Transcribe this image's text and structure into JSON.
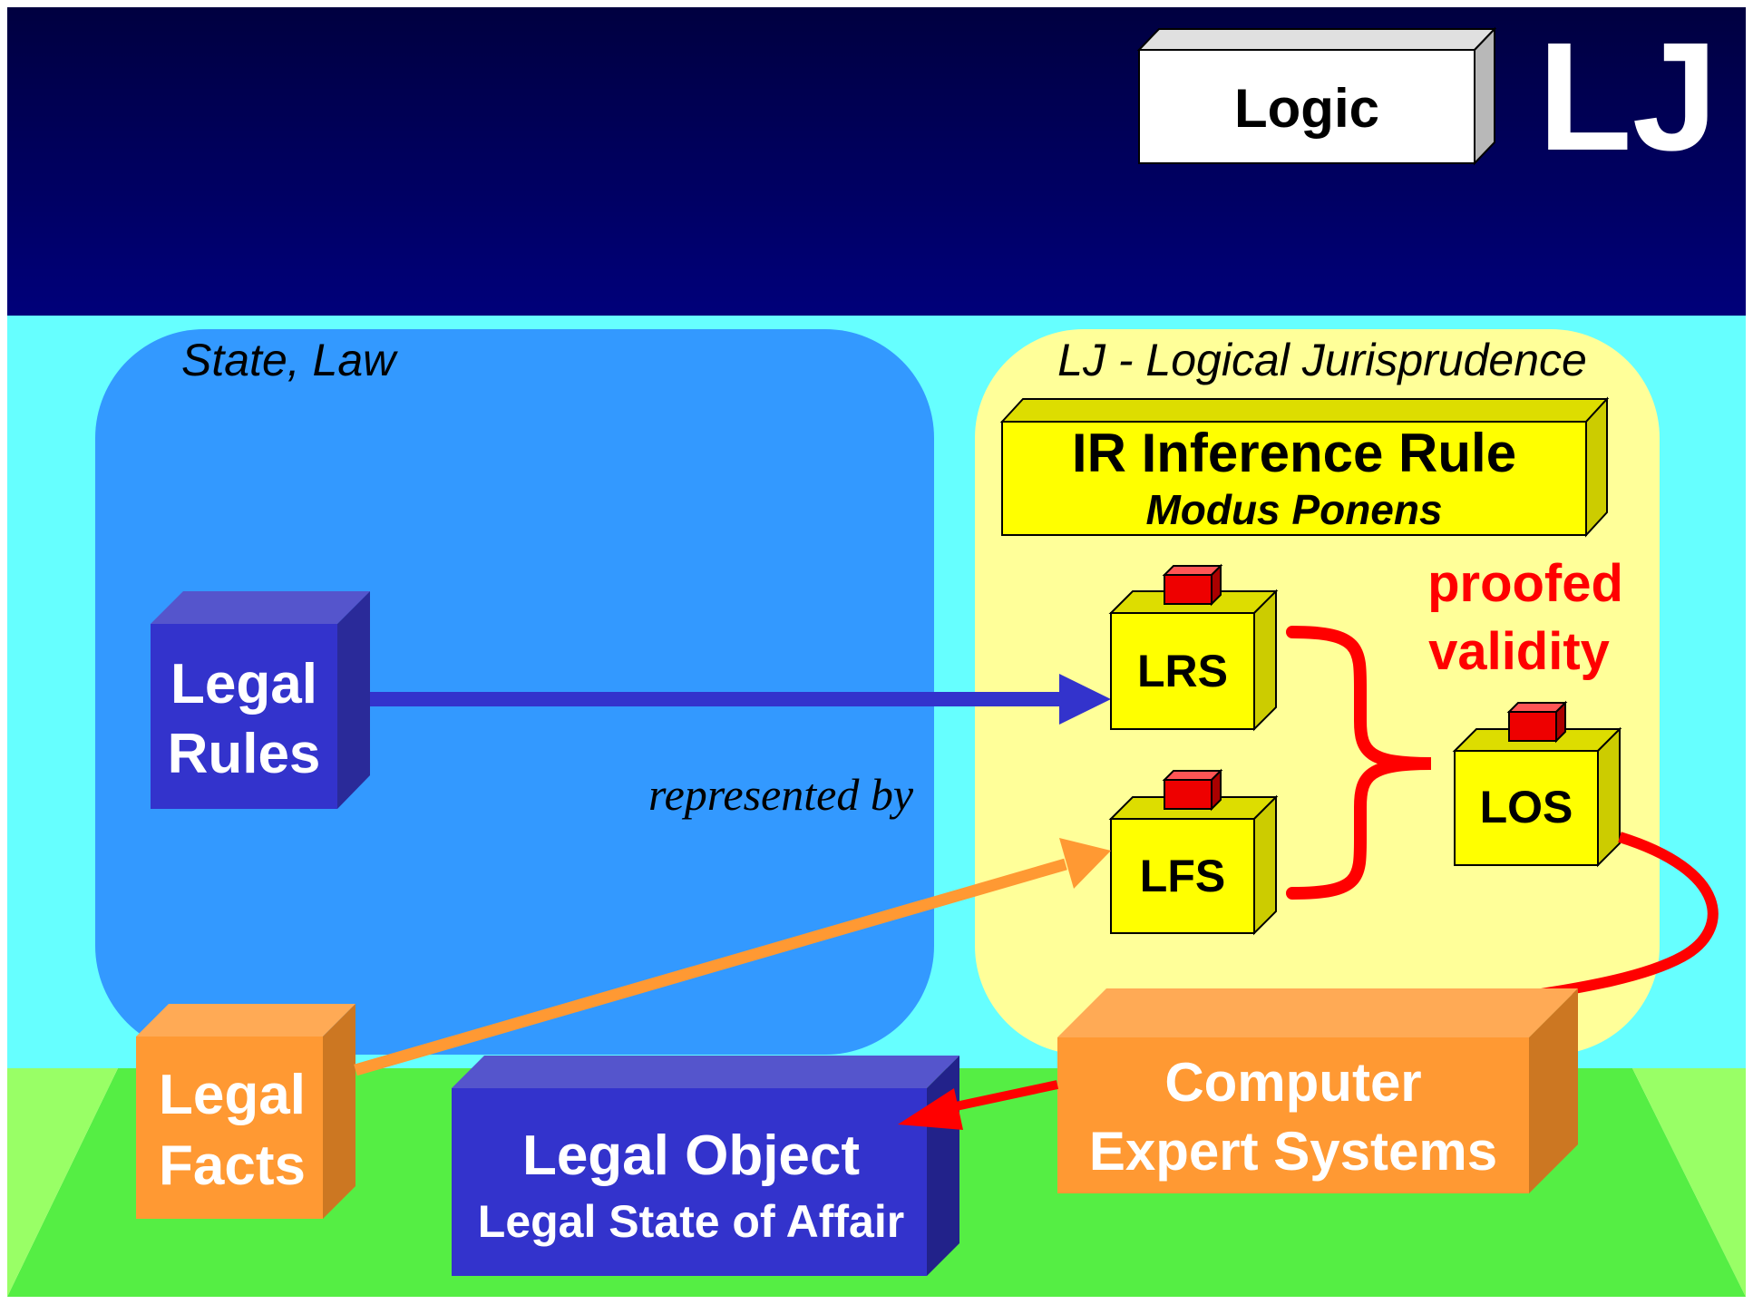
{
  "header": {
    "logic_label": "Logic",
    "brand": "LJ"
  },
  "regions": {
    "state_law": "State, Law",
    "lj_title": "LJ - Logical Jurisprudence"
  },
  "inference_rule": {
    "title": "IR Inference Rule",
    "subtitle": "Modus Ponens"
  },
  "boxes": {
    "legal_rules": [
      "Legal",
      "Rules"
    ],
    "legal_facts": [
      "Legal",
      "Facts"
    ],
    "legal_object": [
      "Legal Object",
      "Legal State of Affair"
    ],
    "expert_systems": [
      "Computer",
      "Expert Systems"
    ],
    "lrs": "LRS",
    "lfs": "LFS",
    "los": "LOS"
  },
  "annotations": {
    "represented_by": "represented by",
    "proofed_validity": [
      "proofed",
      "validity"
    ]
  },
  "colors": {
    "header_top": "#000040",
    "header_bottom": "#00007a",
    "sky": "#66ffff",
    "ground": "#55ee44",
    "state_region": "#3399ff",
    "lj_region": "#ffff99",
    "blue_box": "#3333cc",
    "orange_box": "#ff9933",
    "yellow_box": "#ffff00",
    "red_accent": "#ff0000"
  }
}
